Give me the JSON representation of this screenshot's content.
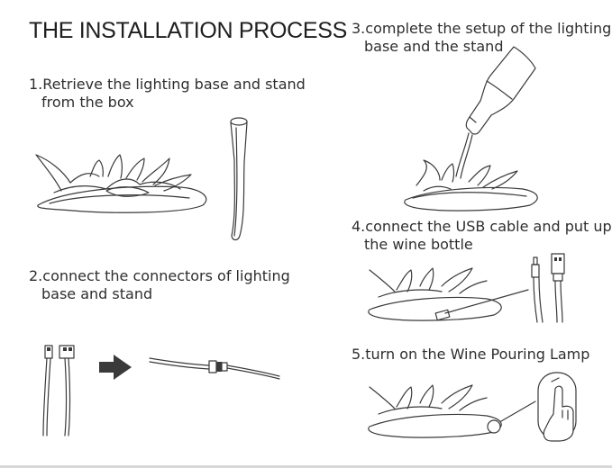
{
  "page": {
    "title": "THE INSTALLATION PROCESS"
  },
  "steps": [
    {
      "line1": "1.Retrieve the lighting base and stand",
      "line2": "from the box"
    },
    {
      "line1": "2.connect the connectors of lighting",
      "line2": "base and stand"
    },
    {
      "line1": "3.complete the setup of the lighting",
      "line2": "base and the stand"
    },
    {
      "line1": "4.connect the USB cable and put up",
      "line2": "the wine bottle"
    },
    {
      "line1": "5.turn on the Wine Pouring Lamp",
      "line2": ""
    }
  ],
  "colors": {
    "text": "#2e2e2e",
    "line": "#3a3a3a",
    "background": "#ffffff"
  },
  "icons": {
    "arrow": "right-arrow-icon"
  }
}
